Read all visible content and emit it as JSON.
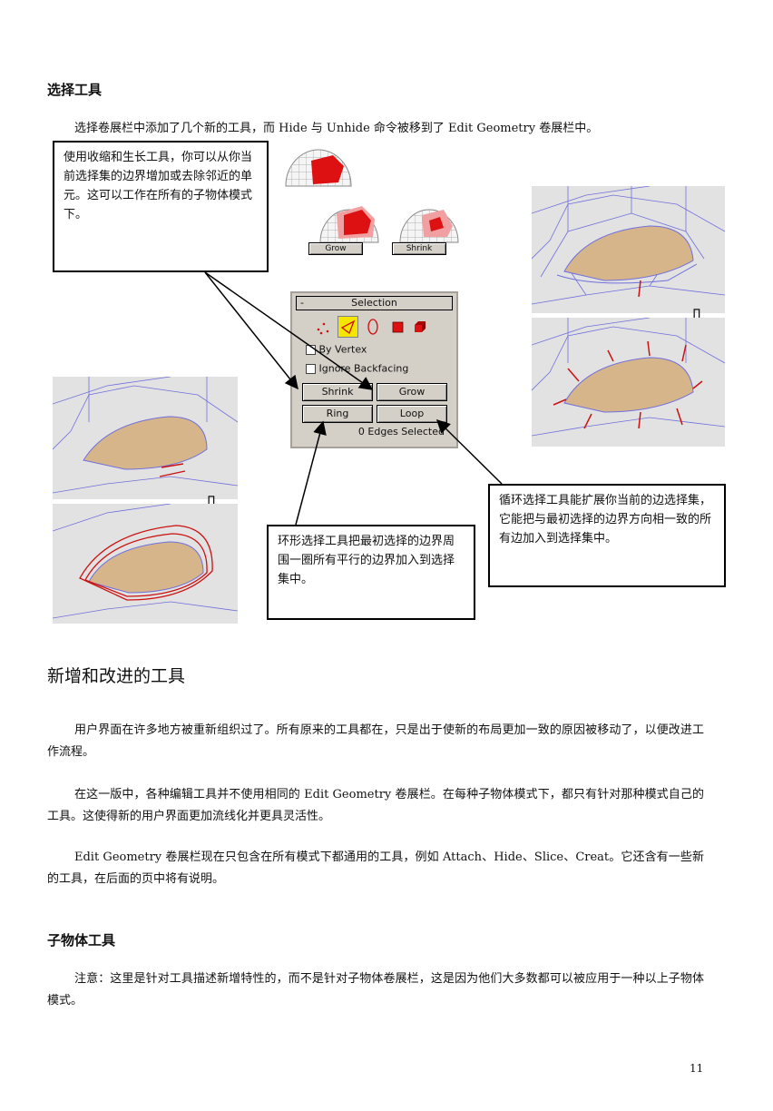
{
  "section1": {
    "title": "选择工具",
    "intro": "选择卷展栏中添加了几个新的工具，而 Hide 与 Unhide 命令被移到了 Edit Geometry 卷展栏中。"
  },
  "callouts": {
    "grow_shrink": "使用收缩和生长工具，你可以从你当前选择集的边界增加或去除邻近的单元。这可以工作在所有的子物体模式下。",
    "loop": "循环选择工具能扩展你当前的边选择集，它能把与最初选择的边界方向相一致的所有边加入到选择集中。",
    "ring": "环形选择工具把最初选择的边界周围一圈所有平行的边界加入到选择集中。"
  },
  "sphere_figure": {
    "grow_label": "Grow",
    "shrink_label": "Shrink"
  },
  "selection_panel": {
    "collapse_symbol": "-",
    "title": "Selection",
    "by_vertex_label": "By Vertex",
    "ignore_backfacing_label": "Ignore Backfacing",
    "shrink_label": "Shrink",
    "grow_label": "Grow",
    "ring_label": "Ring",
    "loop_label": "Loop",
    "status": "0 Edges Selected",
    "icons": [
      "vertex-icon",
      "edge-icon",
      "border-icon",
      "polygon-icon",
      "element-icon"
    ]
  },
  "section2": {
    "title": "新增和改进的工具",
    "p1": "用户界面在许多地方被重新组织过了。所有原来的工具都在，只是出于使新的布局更加一致的原因被移动了，以便改进工作流程。",
    "p2": "在这一版中，各种编辑工具并不使用相同的 Edit Geometry 卷展栏。在每种子物体模式下，都只有针对那种模式自己的工具。这使得新的用户界面更加流线化并更具灵活性。",
    "p3": "Edit Geometry 卷展栏现在只包含在所有模式下都通用的工具，例如 Attach、Hide、Slice、Creat。它还含有一些新的工具，在后面的页中将有说明。"
  },
  "section3": {
    "title": "子物体工具",
    "p1": "注意：这里是针对工具描述新增特性的，而不是针对子物体卷展栏，这是因为他们大多数都可以被应用于一种以上子物体模式。"
  },
  "page_number": "11",
  "colors": {
    "selection_red": "#cc1111",
    "panel_gray": "#d4d0c8",
    "wire_blue": "#7777dd",
    "skin": "#d6b58a"
  }
}
